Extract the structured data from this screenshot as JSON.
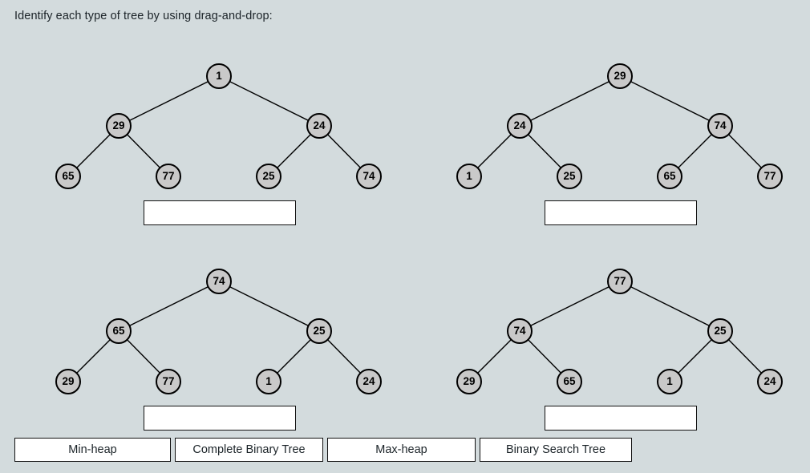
{
  "prompt": "Identify each type of tree by using drag-and-drop:",
  "colors": {
    "background": "#d3dbdd",
    "node_fill": "#c9c9c9",
    "node_stroke": "#000000",
    "box_fill": "#ffffff",
    "box_stroke": "#111111",
    "text": "#1b2328"
  },
  "trees": [
    {
      "id": "tree-top-left",
      "root": "1",
      "level2": [
        "29",
        "24"
      ],
      "level3": [
        "65",
        "77",
        "25",
        "74"
      ],
      "answer_value": "",
      "answer_placeholder": ""
    },
    {
      "id": "tree-top-right",
      "root": "29",
      "level2": [
        "24",
        "74"
      ],
      "level3": [
        "1",
        "25",
        "65",
        "77"
      ],
      "answer_value": "",
      "answer_placeholder": ""
    },
    {
      "id": "tree-bottom-left",
      "root": "74",
      "level2": [
        "65",
        "25"
      ],
      "level3": [
        "29",
        "77",
        "1",
        "24"
      ],
      "answer_value": "",
      "answer_placeholder": ""
    },
    {
      "id": "tree-bottom-right",
      "root": "77",
      "level2": [
        "74",
        "25"
      ],
      "level3": [
        "29",
        "65",
        "1",
        "24"
      ],
      "answer_value": "",
      "answer_placeholder": ""
    }
  ],
  "options": [
    {
      "label": "Min-heap"
    },
    {
      "label": "Complete Binary Tree"
    },
    {
      "label": "Max-heap"
    },
    {
      "label": "Binary Search Tree"
    }
  ]
}
